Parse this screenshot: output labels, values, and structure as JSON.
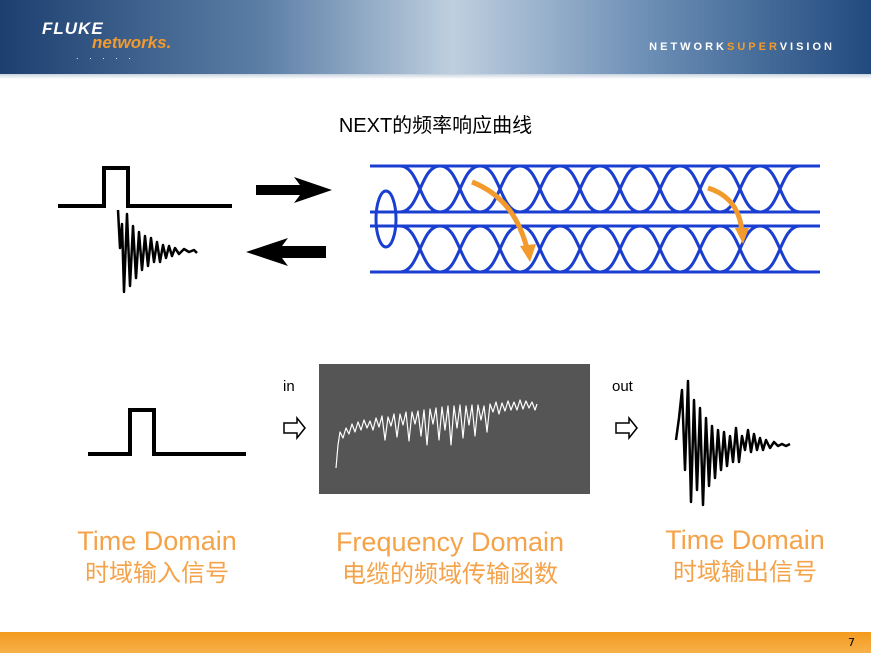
{
  "header": {
    "logo_brand": "FLUKE",
    "logo_sub": "networks.",
    "logo_dots": ". . . . .",
    "tagline_a": "NETWORK",
    "tagline_b": "SUPER",
    "tagline_c": "VISION"
  },
  "title": "NEXT的频率响应曲线",
  "labels": {
    "in": "in",
    "out": "out"
  },
  "domains": [
    {
      "en": "Time Domain",
      "cn": "时域输入信号"
    },
    {
      "en": "Frequency Domain",
      "cn": "电缆的频域传输函数"
    },
    {
      "en": "Time Domain",
      "cn": "时域输出信号"
    }
  ],
  "page_number": "7",
  "colors": {
    "cable_blue": "#1a3fd0",
    "accent_orange": "#f39a2c",
    "plot_bg": "#555555"
  }
}
